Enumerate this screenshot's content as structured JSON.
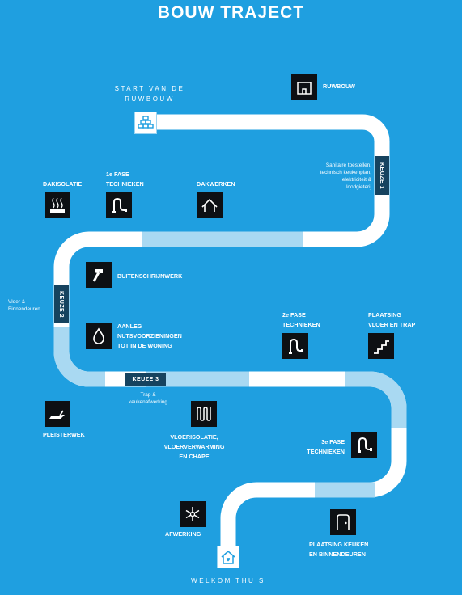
{
  "title": "BOUW TRAJECT",
  "start_label": [
    "START VAN DE",
    "RUWBOUW"
  ],
  "end_label": "WELKOM THUIS",
  "steps": {
    "ruwbouw": "RUWBOUW",
    "dakisolatie": "DAKISOLATIE",
    "technieken1": [
      "1e FASE",
      "TECHNIEKEN"
    ],
    "dakwerken": "DAKWERKEN",
    "buitenschrijnwerk": "BUITENSCHRIJNWERK",
    "nutsvoorzieningen": [
      "AANLEG",
      "NUTSVOORZIENINGEN",
      "TOT IN DE WONING"
    ],
    "technieken2": [
      "2e FASE",
      "TECHNIEKEN"
    ],
    "vloer_trap": [
      "PLAATSING",
      "VLOER EN TRAP"
    ],
    "pleisterwerk": "PLEISTERWEK",
    "vloerisolatie": [
      "VLOERISOLATIE,",
      "VLOERVERWARMING",
      "EN CHAPE"
    ],
    "technieken3": [
      "3e FASE",
      "TECHNIEKEN"
    ],
    "afwerking": "AFWERKING",
    "keuken": [
      "PLAATSING KEUKEN",
      "EN BINNENDEUREN"
    ]
  },
  "choices": {
    "keuze1": {
      "label": "KEUZE 1",
      "note": [
        "Sanitaire toestellen,",
        "technisch keukenplan,",
        "elektriciteit &",
        "loodgieterij"
      ]
    },
    "keuze2": {
      "label": "KEUZE 2",
      "note": [
        "Vloer &",
        "Binnendeuren"
      ]
    },
    "keuze3": {
      "label": "KEUZE 3",
      "note": [
        "Trap &",
        "keukenafwerking"
      ]
    }
  },
  "icons": [
    "brick-wall-icon",
    "house-frame-icon",
    "roof-insulation-icon",
    "pipe-icon",
    "roof-icon",
    "hammer-icon",
    "water-drop-icon",
    "pipe-icon",
    "stairs-icon",
    "trowel-icon",
    "floor-heating-icon",
    "pipe-icon",
    "snowflake-icon",
    "door-icon",
    "home-icon"
  ],
  "colors": {
    "background": "#1f9fe0",
    "road": "#ffffff",
    "road_light": "#a9d9f2",
    "icon_box": "#0d1014",
    "keuze": "#16435f"
  }
}
